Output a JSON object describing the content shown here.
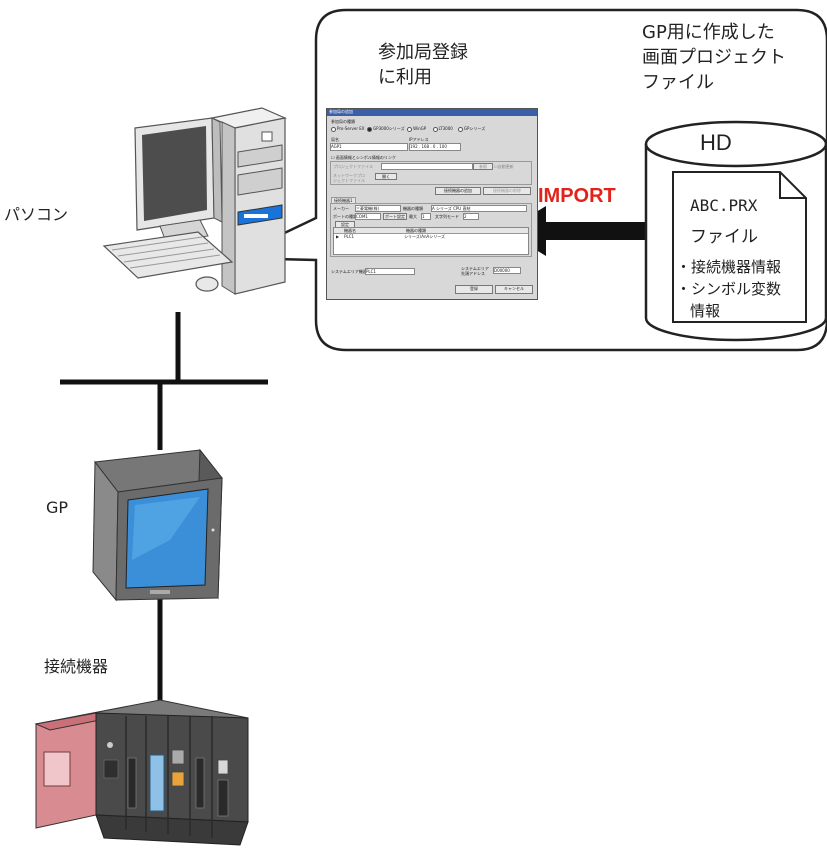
{
  "labels": {
    "pc": "パソコン",
    "gp": "GP",
    "device": "接続機器"
  },
  "callout": {
    "left_lines": [
      "参加局登録",
      "に利用"
    ],
    "right_lines": [
      "GP用に作成した",
      "画面プロジェクト",
      "ファイル"
    ],
    "import": "IMPORT",
    "hd": "HD",
    "file_name": "ABC.PRX",
    "file_type": "ファイル",
    "info_items": [
      "・接続機器情報",
      "・シンボル変数",
      "情報"
    ]
  },
  "dialog": {
    "title": "参加局の追加",
    "station_type": "参加局の種類",
    "options": [
      "Pro-Server EX",
      "GP3000シリーズ",
      "WinGP",
      "LT3000",
      "GPシリーズ"
    ],
    "col_name": "局名",
    "col_ip": "IPアドレス",
    "station_name": "AGP1",
    "ip_value": "192 . 168 . 0 . 100",
    "link_check": "画面情報とシンボル情報のリンク",
    "project_file": "プロジェクトファイル",
    "network_project": "ネットワークプロジェクトファイル",
    "ref_btn": "参照",
    "open_btn": "開く",
    "auto_update": "自動更新",
    "add_device_btn": "接続機器の追加",
    "delete_device_btn": "接続機器の削除",
    "device_tab": "接続機器1",
    "maker_label": "メーカー",
    "maker_value": "三菱電機(株)",
    "series_label": "機器の種類",
    "series_value": "A シリーズ CPU 直結",
    "port_label": "ポートの種類",
    "port_value": "COM1",
    "port_setting": "ポート設定",
    "count_label": "最大",
    "count_value": "1",
    "text_mode_label": "文字列モード",
    "text_mode_value": "2",
    "setting_btn": "設定",
    "list_col1": "機器名",
    "list_col2": "機器の種類",
    "list_name": "PLC1",
    "list_type": "シリーズ/AnAシリーズ",
    "system_label": "システムエリア機器",
    "system_value": "PLC1",
    "system_addr_label": "システムエリア先頭アドレス",
    "system_addr_value": "D00000",
    "ok_btn": "登録",
    "cancel_btn": "キャンセル"
  }
}
